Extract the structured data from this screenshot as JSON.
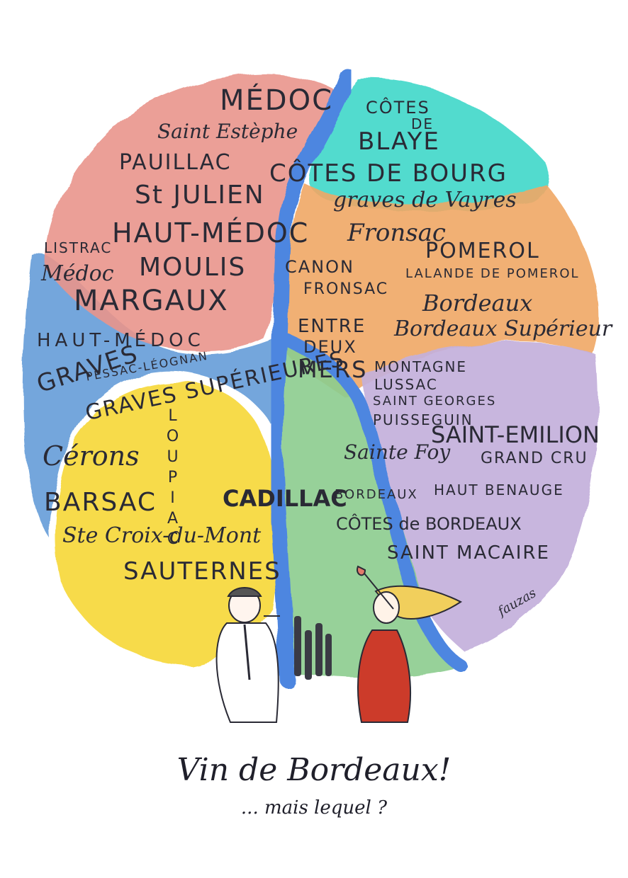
{
  "colors": {
    "medoc": "#e9958c",
    "blaye": "#3fd8c9",
    "entre_deux_mers": "#f0a865",
    "saint_emilion": "#c4b0dc",
    "graves": "#5b97d6",
    "sauternes": "#f7d93a",
    "bordeaux_cotes": "#8ccd8f",
    "river": "#4d86e0",
    "ink": "#2a2a35",
    "dress": "#cc3b2a"
  },
  "regions": {
    "medoc": [
      "MÉDOC",
      "Saint Estèphe",
      "PAUILLAC",
      "St JULIEN",
      "HAUT-MÉDOC",
      "LISTRAC",
      "Médoc",
      "MOULIS",
      "MARGAUX"
    ],
    "haut_medoc": "HAUT-MÉDOC",
    "blaye": [
      "CÔTES",
      "DE",
      "BLAYE",
      "CÔTES DE BOURG",
      "graves de Vayres"
    ],
    "libournais": [
      "Fronsac",
      "POMEROL",
      "CANON",
      "FRONSAC",
      "LALANDE DE POMEROL",
      "Bordeaux",
      "Bordeaux Supérieur"
    ],
    "entre_deux_mers": [
      "ENTRE",
      "DEUX",
      "MERS"
    ],
    "saint_emilion": [
      "MONTAGNE",
      "LUSSAC",
      "SAINT GEORGES",
      "PUISSEGUIN",
      "SAINT-EMILION",
      "GRAND CRU",
      "HAUT BENAUGE",
      "SAINT MACAIRE"
    ],
    "graves": [
      "GRAVES",
      "PESSAC-LÉOGNAN",
      "GRAVES SUPÉRIEURES"
    ],
    "sauternais": [
      "Cérons",
      "BARSAC",
      "LOUPIAC",
      "CADILLAC",
      "Ste Croix-du-Mont",
      "SAUTERNES"
    ],
    "cotes": [
      "Sainte Foy",
      "BORDEAUX",
      "CÔTES de BORDEAUX"
    ]
  },
  "signature": "fauzas",
  "caption": {
    "title": "Vin de Bordeaux!",
    "subtitle": "... mais lequel ?"
  }
}
